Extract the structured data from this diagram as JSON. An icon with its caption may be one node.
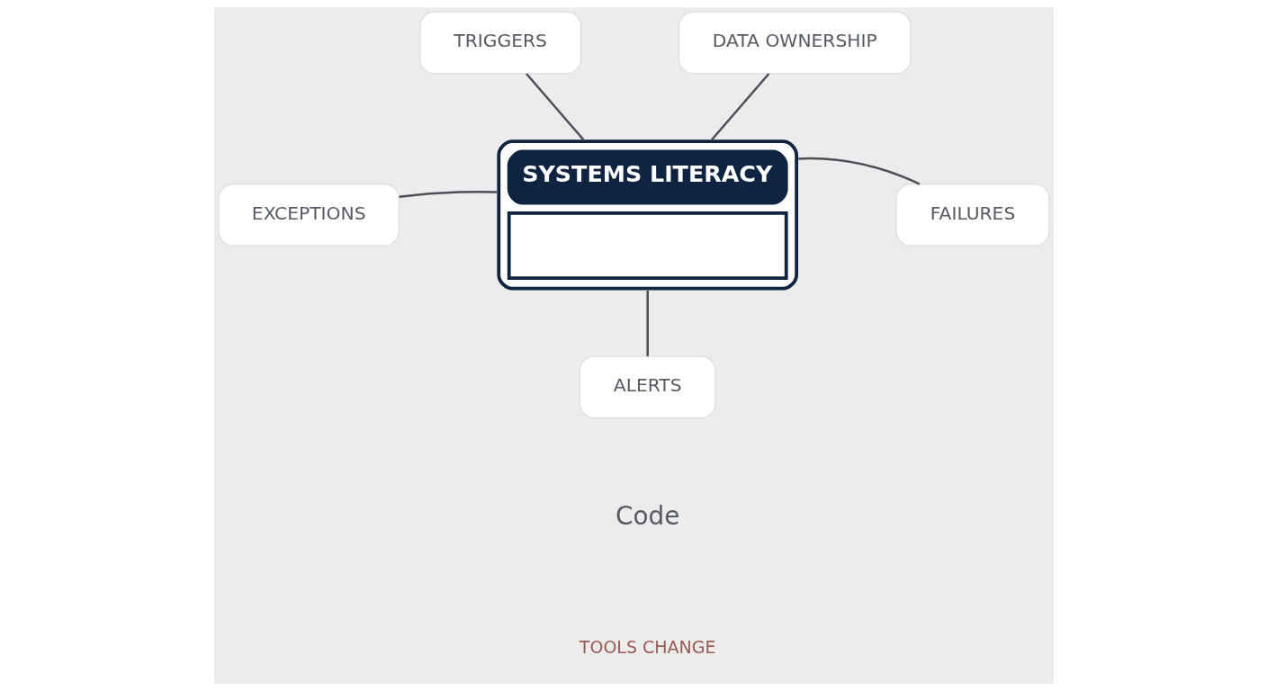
{
  "diagram": {
    "nodes": [
      {
        "text": [
          "SYSTEMS LITERACY"
        ]
      },
      {
        "text": [
          "TRIGGERS"
        ]
      },
      {
        "text": [
          "DATA OWNERSHIP"
        ]
      },
      {
        "text": [
          "EXCEPTIONS"
        ]
      },
      {
        "text": [
          "FAILURES"
        ]
      },
      {
        "text": [
          "ALERTS"
        ]
      }
    ],
    "edges": [
      {
        "from": 1,
        "to": 0,
        "arrow": "none"
      },
      {
        "from": 2,
        "to": 0,
        "arrow": "none"
      },
      {
        "from": 3,
        "to": 0,
        "arrow": "none"
      },
      {
        "from": 0,
        "to": 4,
        "arrow": "none"
      },
      {
        "from": 0,
        "to": 5,
        "arrow": "none"
      }
    ],
    "labels": [
      "Code",
      "TOOLS CHANGE"
    ]
  }
}
